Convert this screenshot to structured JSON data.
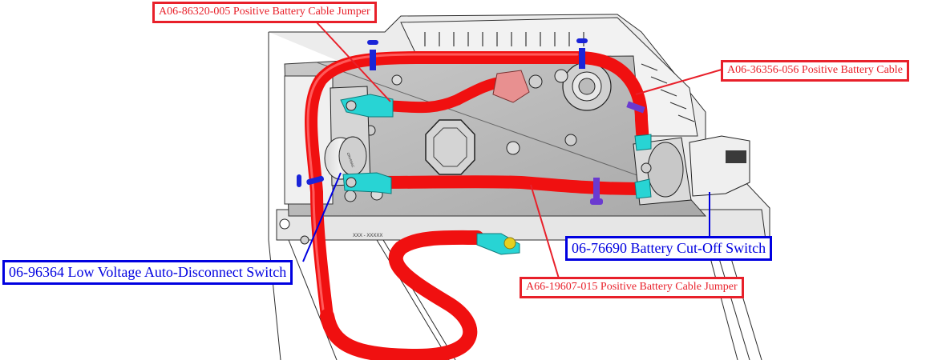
{
  "figure": {
    "title": "Battery cable and switch assembly",
    "colors": {
      "part_label_red": "#e8202a",
      "switch_label_blue": "#0000e0",
      "cable_red": "#f01010",
      "terminal_cyan": "#28d4d4",
      "tie_blue": "#1a24d8",
      "tie_purple": "#6a3ad0",
      "housing_gray": "#b8b8b8",
      "terminal_pink": "#e89090",
      "bolt_yellow": "#e6d020"
    }
  },
  "callouts": [
    {
      "id": "jumper-005",
      "text": "A06-86320-005 Positive Battery Cable Jumper",
      "style": "red"
    },
    {
      "id": "cable-056",
      "text": "A06-36356-056 Positive Battery Cable",
      "style": "red"
    },
    {
      "id": "cutoff-switch",
      "text": "06-76690 Battery Cut-Off Switch",
      "style": "blue"
    },
    {
      "id": "lvd-switch",
      "text": "06-96364 Low Voltage Auto-Disconnect Switch",
      "style": "blue"
    },
    {
      "id": "jumper-015",
      "text": "A66-19607-015 Positive Battery Cable Jumper",
      "style": "red"
    }
  ],
  "markings": {
    "panel_stamp": "XXX - XXXXX",
    "lvd_knob_text": "CRUSSAC"
  }
}
